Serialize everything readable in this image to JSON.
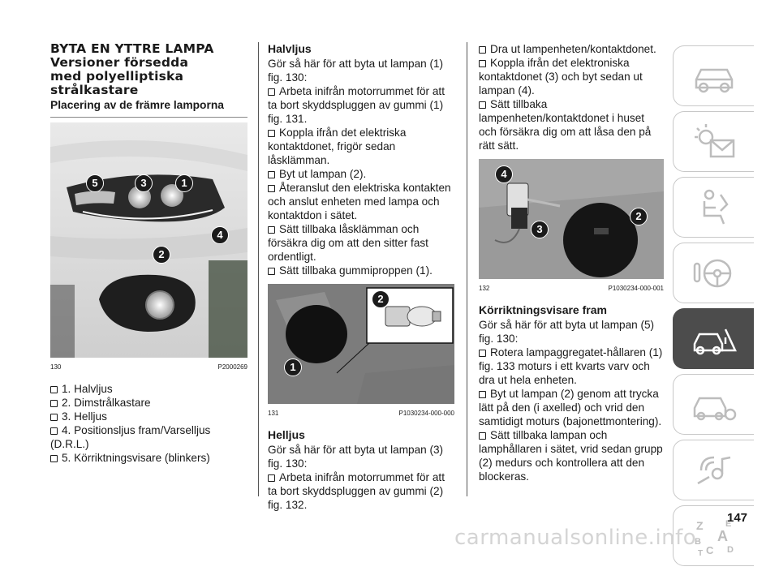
{
  "col1": {
    "title_line1": "BYTA EN YTTRE LAMPA",
    "title_line2": "Versioner försedda",
    "title_line3": "med polyelliptiska",
    "title_line4": "strålkastare",
    "subtitle": "Placering av de främre lamporna",
    "fig_number": "130",
    "fig_code": "P2000269",
    "fig_callouts": [
      "5",
      "3",
      "1",
      "4",
      "2"
    ],
    "items": [
      "1. Halvljus",
      "2. Dimstrålkastare",
      "3. Helljus",
      "4. Positionsljus fram/Varselljus (D.R.L.)",
      "5. Körriktningsvisare (blinkers)"
    ]
  },
  "col2": {
    "halvljus_heading": "Halvljus",
    "halvljus_intro": "Gör så här för att byta ut lampan (1) fig. 130:",
    "halvljus_steps": [
      "Arbeta inifrån motorrummet för att ta bort skyddspluggen av gummi (1) fig. 131.",
      "Koppla ifrån det elektriska kontaktdonet, frigör sedan låsklämman.",
      "Byt ut lampan (2).",
      "Återanslut den elektriska kontakten och anslut enheten med lampa och kontaktdon i sätet.",
      "Sätt tillbaka låsklämman och försäkra dig om att den sitter fast ordentligt.",
      "Sätt tillbaka gummiproppen (1)."
    ],
    "fig_number": "131",
    "fig_code": "P1030234-000-000",
    "fig_callouts": [
      "2",
      "1"
    ],
    "helljus_heading": "Helljus",
    "helljus_intro": "Gör så här för att byta ut lampan (3) fig. 130:",
    "helljus_steps": [
      "Arbeta inifrån motorrummet för att ta bort skyddspluggen av gummi (2) fig. 132."
    ]
  },
  "col3": {
    "steps_top": [
      "Dra ut lampenheten/kontaktdonet.",
      "Koppla ifrån det elektroniska kontaktdonet (3) och byt sedan ut lampan (4).",
      "Sätt tillbaka lampenheten/kontaktdonet i huset och försäkra dig om att låsa den på rätt sätt."
    ],
    "fig_number": "132",
    "fig_code": "P1030234-000-001",
    "fig_callouts": [
      "4",
      "3",
      "2"
    ],
    "korr_heading": "Körriktningsvisare fram",
    "korr_intro": "Gör så här för att byta ut lampan (5) fig. 130:",
    "korr_steps": [
      "Rotera lampaggregatet-hållaren (1) fig. 133 moturs i ett kvarts varv och dra ut hela enheten.",
      "Byt ut lampan (2) genom att trycka lätt på den (i axelled) och vrid den samtidigt moturs (bajonettmontering).",
      "Sätt tillbaka lampan och lamphållaren i sätet, vrid sedan grupp (2) medurs och kontrollera att den blockeras."
    ]
  },
  "tabs": [
    {
      "icon": "car-dashboard-icon",
      "active": false
    },
    {
      "icon": "lights-message-icon",
      "active": false
    },
    {
      "icon": "seat-airbag-icon",
      "active": false
    },
    {
      "icon": "steering-wheel-icon",
      "active": false
    },
    {
      "icon": "car-breakdown-icon",
      "active": true
    },
    {
      "icon": "car-maintenance-icon",
      "active": false
    },
    {
      "icon": "multimedia-icon",
      "active": false
    },
    {
      "icon": "alphabetical-index-icon",
      "active": false
    }
  ],
  "tab_index_letters": [
    "Z",
    "E",
    "A",
    "B",
    "C",
    "T",
    "D"
  ],
  "page_number": "147",
  "watermark": "carmanualsonline.info",
  "colors": {
    "active_tab": "#4c4c4c",
    "badge": "#1b1b1b",
    "text": "#1a1a1a"
  }
}
